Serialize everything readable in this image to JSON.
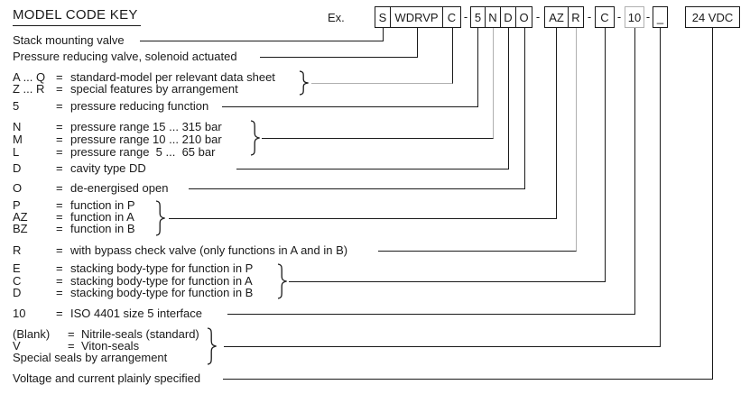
{
  "title": "MODEL CODE KEY",
  "example_label": "Ex.",
  "separator": "-",
  "colors": {
    "line": "#1a1a1a",
    "muted_line": "#b0b0b0",
    "background": "#ffffff"
  },
  "code_boxes": [
    {
      "label": "S"
    },
    {
      "label": "WDRVP"
    },
    {
      "label": "C"
    },
    {
      "label": "5"
    },
    {
      "label": "N"
    },
    {
      "label": "D"
    },
    {
      "label": "O"
    },
    {
      "label": "AZ"
    },
    {
      "label": "R"
    },
    {
      "label": "C"
    },
    {
      "label": "10"
    },
    {
      "label": "_"
    },
    {
      "label": "24 VDC"
    }
  ],
  "rows": [
    {
      "text": "Stack mounting valve"
    },
    {
      "text": "Pressure reducing valve, solenoid actuated"
    },
    {
      "key": "A ... Q",
      "eq": "=",
      "desc": "standard-model per relevant data sheet"
    },
    {
      "key": "Z ... R",
      "eq": "=",
      "desc": "special features by arrangement"
    },
    {
      "key": "5",
      "eq": "=",
      "desc": "pressure reducing function"
    },
    {
      "key": "N",
      "eq": "=",
      "desc": "pressure range 15 ... 315 bar"
    },
    {
      "key": "M",
      "eq": "=",
      "desc": "pressure range 10 ... 210 bar"
    },
    {
      "key": "L",
      "eq": "=",
      "desc": "pressure range  5 ...  65 bar"
    },
    {
      "key": "D",
      "eq": "=",
      "desc": "cavity type DD"
    },
    {
      "key": "O",
      "eq": "=",
      "desc": "de-energised open"
    },
    {
      "key": "P",
      "eq": "=",
      "desc": "function in P"
    },
    {
      "key": "AZ",
      "eq": "=",
      "desc": "function in A"
    },
    {
      "key": "BZ",
      "eq": "=",
      "desc": "function in B"
    },
    {
      "key": "R",
      "eq": "=",
      "desc": "with bypass check valve (only functions in A and in B)"
    },
    {
      "key": "E",
      "eq": "=",
      "desc": "stacking body-type for function in P"
    },
    {
      "key": "C",
      "eq": "=",
      "desc": "stacking body-type for function in A"
    },
    {
      "key": "D",
      "eq": "=",
      "desc": "stacking body-type for function in B"
    },
    {
      "key": "10",
      "eq": "=",
      "desc": "ISO 4401 size 5 interface"
    },
    {
      "key": "(Blank)",
      "eq": "=",
      "desc": "Nitrile-seals (standard)"
    },
    {
      "key": "V",
      "eq": "=",
      "desc": "Viton-seals"
    },
    {
      "text": "Special seals by arrangement"
    },
    {
      "text": "Voltage and current plainly specified"
    }
  ]
}
